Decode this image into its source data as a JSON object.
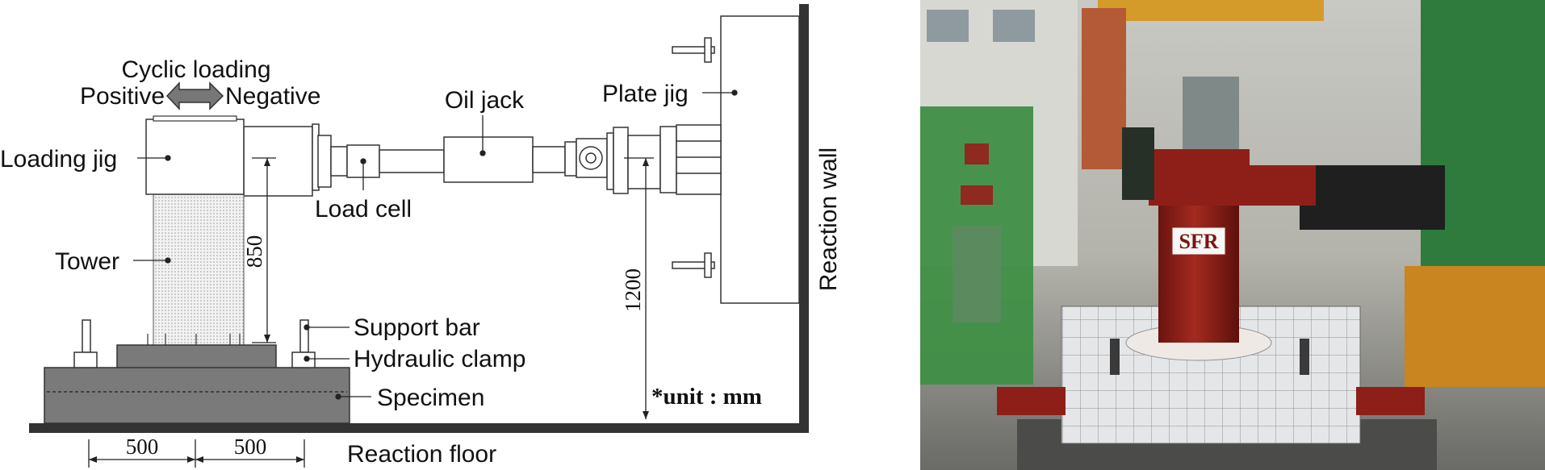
{
  "schematic": {
    "cyclic_title": "Cyclic loading",
    "positive": "Positive",
    "negative": "Negative",
    "loading_jig": "Loading jig",
    "tower": "Tower",
    "oil_jack": "Oil jack",
    "load_cell": "Load cell",
    "plate_jig": "Plate jig",
    "reaction_wall": "Reaction wall",
    "support_bar": "Support bar",
    "hydraulic_clamp": "Hydraulic clamp",
    "specimen": "Specimen",
    "reaction_floor": "Reaction floor",
    "unit_note": "*unit : mm",
    "dim_height_tower": "850",
    "dim_height_jack": "1200",
    "dim_width_left": "500",
    "dim_width_right": "500"
  },
  "photo": {
    "column_label": "SFR"
  },
  "colors": {
    "steel_red": "#8e1f18",
    "jig_green": "#3f8f46",
    "tower_fill": "#e8e8e8",
    "base_fill": "#7a7a7a"
  }
}
